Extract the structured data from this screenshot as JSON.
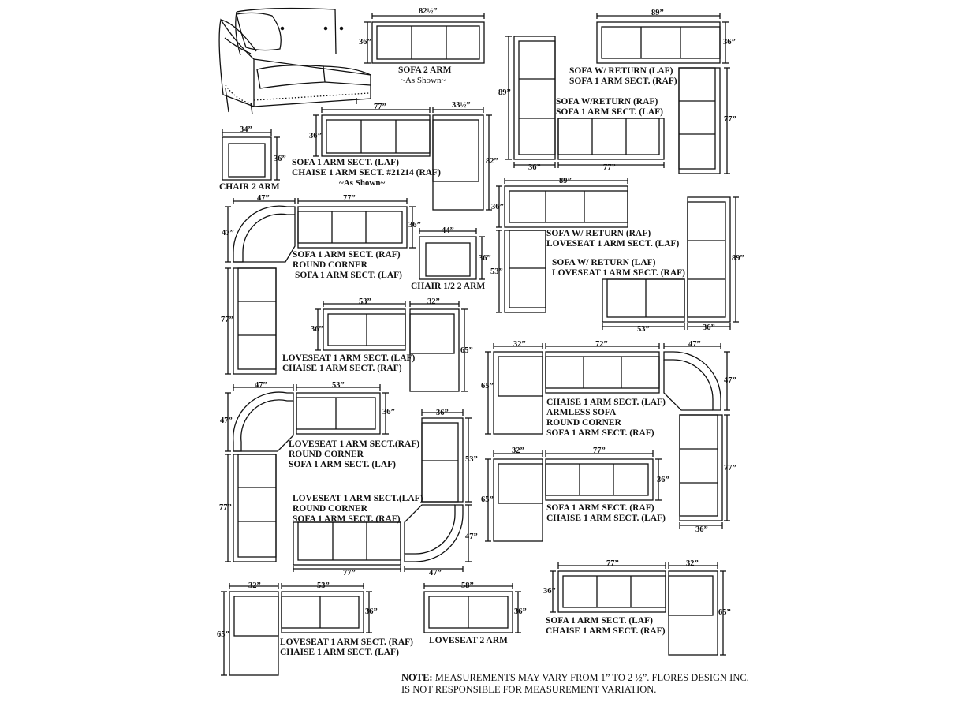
{
  "labels": {
    "sofa2arm": "SOFA 2 ARM",
    "sofa2arm_sub": "~As Shown~",
    "chair2arm": "CHAIR 2 ARM",
    "grp_sofa_chaise_1": "SOFA 1 ARM SECT. (LAF)",
    "grp_sofa_chaise_2": "CHAISE 1 ARM SECT. #21214 (RAF)",
    "grp_sofa_chaise_3": "~As Shown~",
    "grp_sofa_return_laf_1": "SOFA W/ RETURN (LAF)",
    "grp_sofa_return_laf_2": "SOFA 1 ARM SECT. (RAF)",
    "grp_sofa_return_raf_1": "SOFA W/RETURN (RAF)",
    "grp_sofa_return_raf_2": "SOFA 1 ARM SECT. (LAF)",
    "grp_round_1": "SOFA 1 ARM SECT. (RAF)",
    "grp_round_2": "ROUND CORNER",
    "grp_round_3": "SOFA 1 ARM SECT. (LAF)",
    "chair_half": "CHAIR 1/2  2 ARM",
    "grp_love_return_raf_1": "SOFA W/ RETURN (RAF)",
    "grp_love_return_raf_2": "LOVESEAT  1 ARM SECT. (LAF)",
    "grp_love_return_laf_1": "SOFA  W/ RETURN (LAF)",
    "grp_love_return_laf_2": "LOVESEAT 1 ARM SECT. (RAF)",
    "grp_love_chaise_1": "LOVESEAT 1 ARM SECT. (LAF)",
    "grp_love_chaise_2": "CHAISE 1 ARM SECT. (RAF)",
    "grp_armless_1": "CHAISE 1 ARM SECT. (LAF)",
    "grp_armless_2": "ARMLESS SOFA",
    "grp_armless_3": "ROUND CORNER",
    "grp_armless_4": "SOFA 1 ARM SECT. (RAF)",
    "grp_love_round_1": "LOVESEAT 1 ARM SECT.(RAF)",
    "grp_love_round_2": "ROUND CORNER",
    "grp_love_round_3": "SOFA 1 ARM SECT. (LAF)",
    "grp_love_round2_1": "LOVESEAT 1 ARM SECT.(LAF)",
    "grp_love_round2_2": "ROUND CORNER",
    "grp_love_round2_3": "SOFA 1 ARM SECT. (RAF)",
    "grp_sofa_chaise_raf_1": "SOFA 1 ARM SECT. (RAF)",
    "grp_sofa_chaise_raf_2": "CHAISE 1 ARM SECT. (LAF)",
    "grp_love_chaise2_1": "LOVESEAT 1 ARM SECT. (RAF)",
    "grp_love_chaise2_2": "CHAISE 1 ARM SECT. (LAF)",
    "loveseat2arm": "LOVESEAT 2 ARM",
    "grp_sofa_chaise2_1": "SOFA 1 ARM SECT. (LAF)",
    "grp_sofa_chaise2_2": "CHAISE 1 ARM SECT. (RAF)"
  },
  "dims": {
    "d82h": "82½”",
    "d89": "89”",
    "d77": "77”",
    "d36": "36”",
    "d33h": "33½”",
    "d82": "82”",
    "d34": "34”",
    "d47": "47”",
    "d44": "44”",
    "d53": "53”",
    "d32": "32”",
    "d65": "65”",
    "d72": "72”",
    "d58": "58”"
  },
  "note": {
    "title": "NOTE:",
    "line1": " MEASUREMENTS MAY VARY FROM 1” TO 2 ½”. FLORES DESIGN INC.",
    "line2": "IS NOT RESPONSIBLE FOR MEASUREMENT VARIATION."
  }
}
